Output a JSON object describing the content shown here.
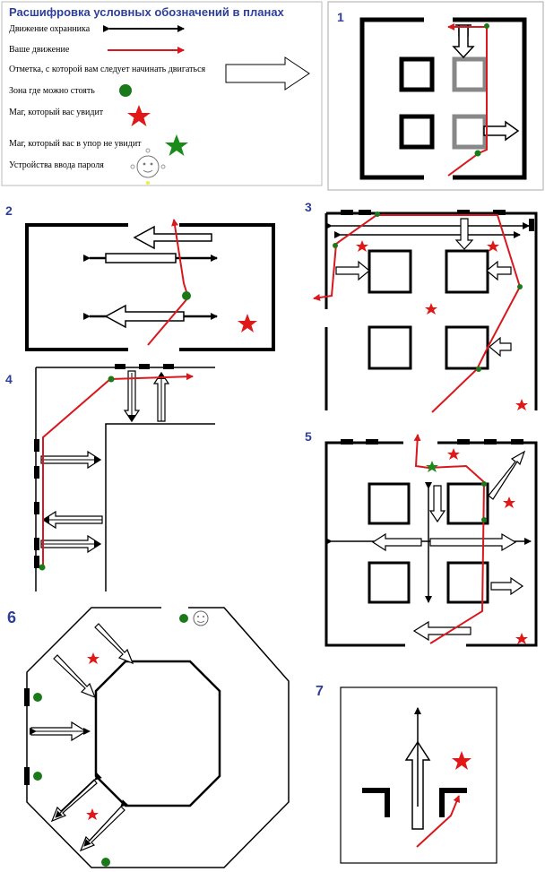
{
  "legend": {
    "title": "Расшифровка условных обозначений в планах",
    "items": [
      {
        "label": "Движение охранника"
      },
      {
        "label": "Ваше движение"
      },
      {
        "label": "Отметка, с которой вам следует начинать двигаться"
      },
      {
        "label": "Зона где можно стоять"
      },
      {
        "label": "Маг, который вас увидит"
      },
      {
        "label": "Маг, который вас в упор не увидит"
      },
      {
        "label": "Устройства ввода пароля"
      }
    ]
  },
  "plans": [
    {
      "number": "1"
    },
    {
      "number": "2"
    },
    {
      "number": "3"
    },
    {
      "number": "4"
    },
    {
      "number": "5"
    },
    {
      "number": "6"
    },
    {
      "number": "7"
    }
  ],
  "colors": {
    "guard": "#000000",
    "player": "#d9181e",
    "zone": "#1a7a1a",
    "mage_sees": "#e01818",
    "mage_blind": "#1a8a1a",
    "label": "#2e3f9a",
    "title": "#2e3f9a"
  }
}
